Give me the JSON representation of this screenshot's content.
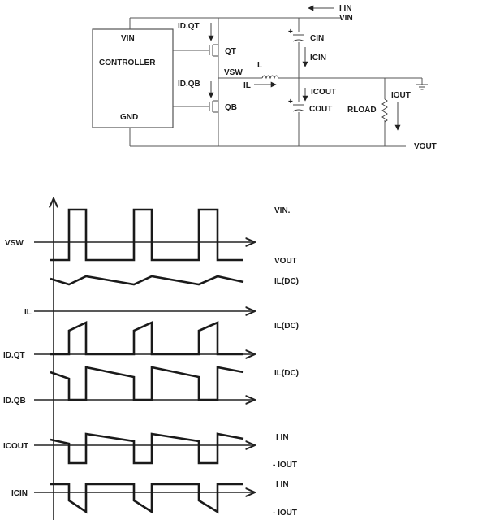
{
  "schematic": {
    "controller_label": "CONTROLLER",
    "controller_vin": "VIN",
    "controller_gnd": "GND",
    "id_qt": "ID.QT",
    "qt": "QT",
    "id_qb": "ID.QB",
    "qb": "QB",
    "vsw": "VSW",
    "l": "L",
    "il": "IL",
    "iin": "I IN",
    "vin": "VIN",
    "cin": "CIN",
    "icin": "ICIN",
    "plus_cin": "+",
    "icout": "ICOUT",
    "cout": "COUT",
    "plus_cout": "+",
    "rload": "RLOAD",
    "iout": "IOUT",
    "vout": "VOUT"
  },
  "waveforms": {
    "vsw_label": "VSW",
    "vsw_high": "VIN.",
    "vsw_low": "VOUT",
    "il_dc_1": "IL(DC)",
    "il_label": "IL",
    "idqt_label": "ID.QT",
    "il_dc_2": "IL(DC)",
    "idqb_label": "ID.QB",
    "il_dc_3": "IL(DC)",
    "icout_label": "ICOUT",
    "icout_high": "I IN",
    "icout_low": "- IOUT",
    "icin_label": "ICIN",
    "icin_high": "I IN",
    "icin_low": "- IOUT"
  }
}
